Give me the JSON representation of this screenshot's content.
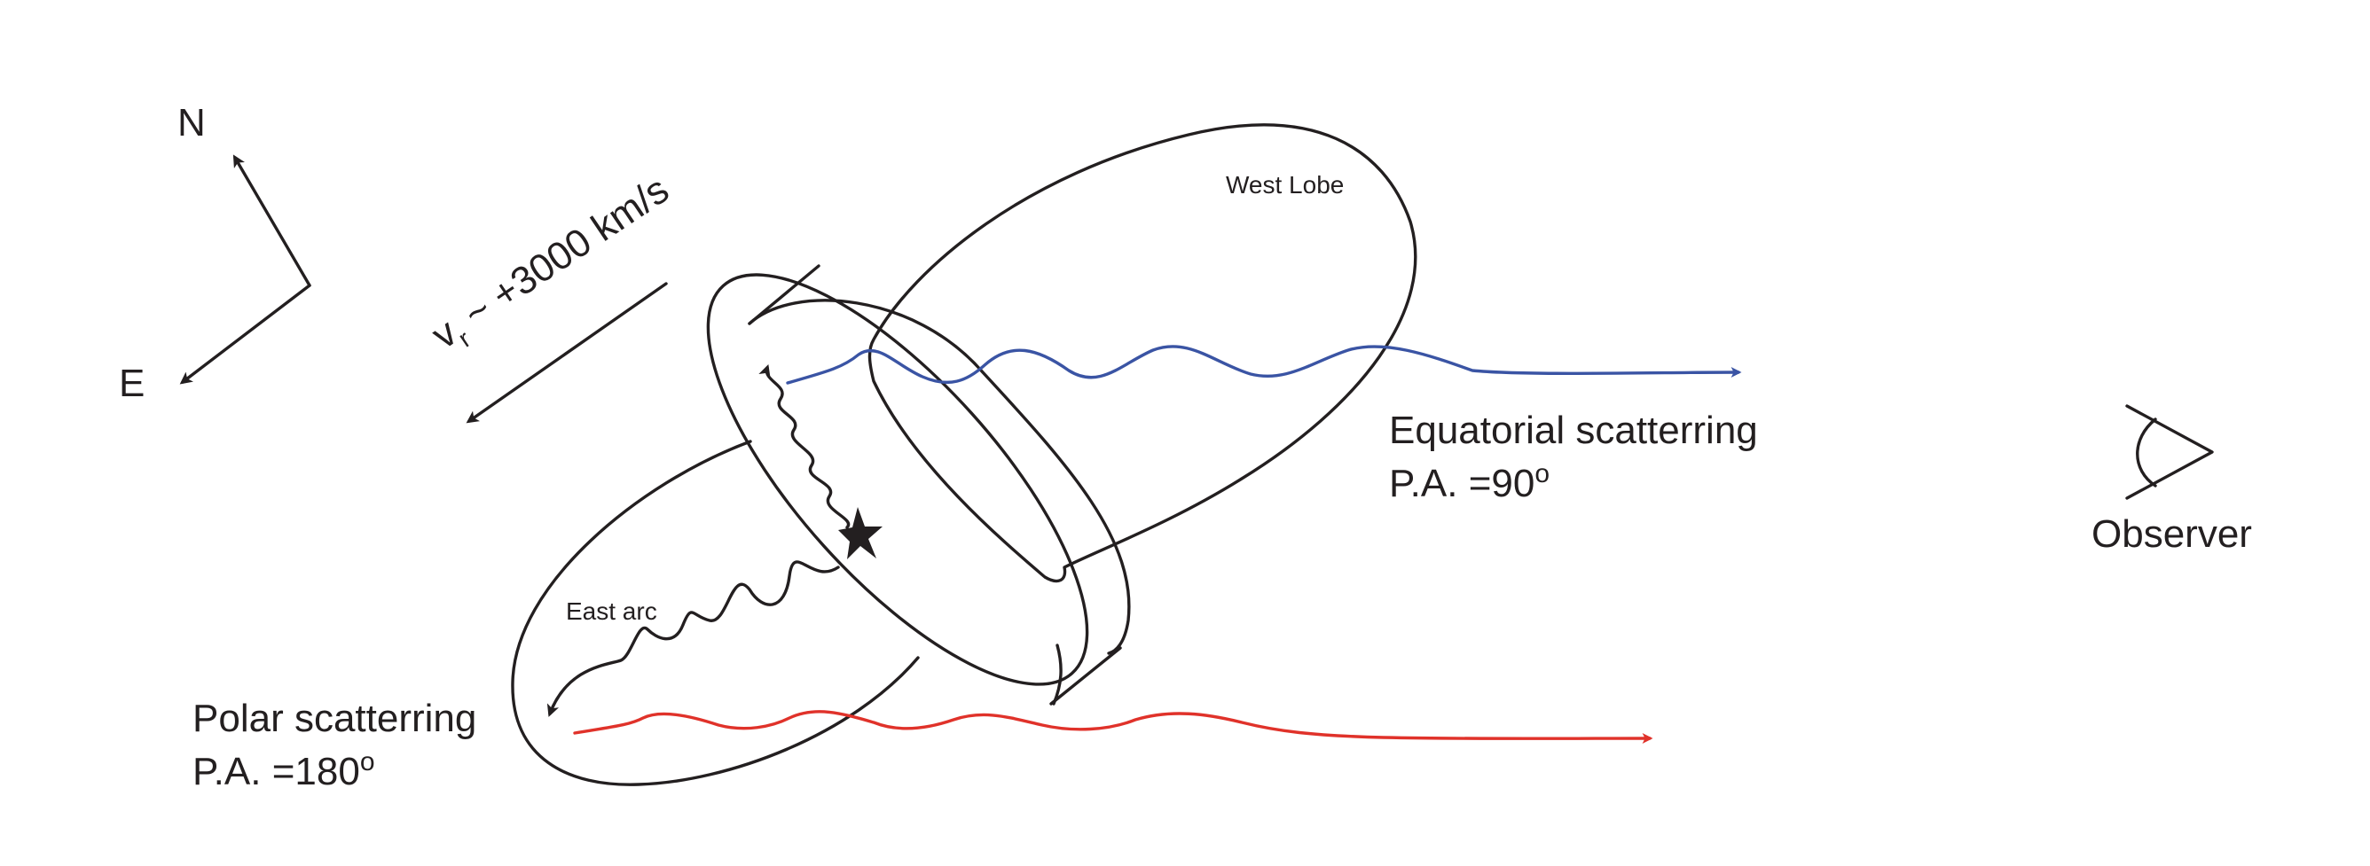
{
  "compass": {
    "north_label": "N",
    "east_label": "E"
  },
  "velocity": {
    "symbol": "v",
    "subscript": "r",
    "value_text": " ~ +3000 km/s"
  },
  "lobes": {
    "west": "West Lobe",
    "east": "East arc"
  },
  "equatorial": {
    "title": "Equatorial scatterring",
    "pa": "P.A. =90",
    "degree": "o"
  },
  "polar": {
    "title": "Polar scatterring",
    "pa": "P.A. =180",
    "degree": "o"
  },
  "observer": {
    "label": "Observer",
    "icon": "eye-icon"
  },
  "colors": {
    "ink": "#231f20",
    "equatorial_ray": "#3a54a4",
    "polar_ray": "#e0322a"
  }
}
